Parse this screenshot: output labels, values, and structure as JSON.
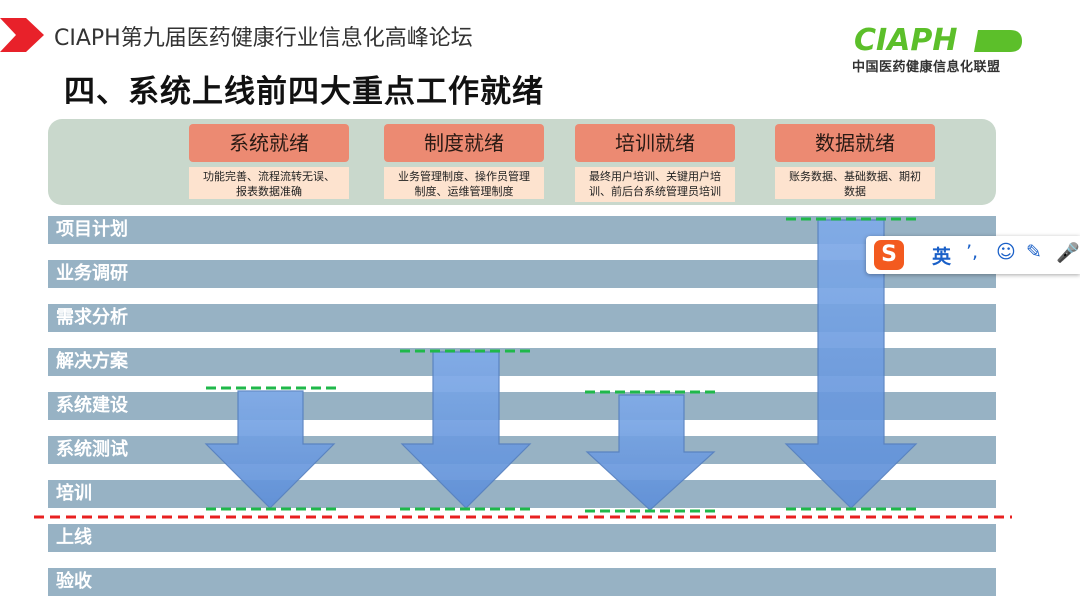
{
  "header": {
    "title": "CIAPH第九届医药健康行业信息化高峰论坛",
    "logo_text": "CIAPH",
    "logo_subtitle": "中国医药健康信息化联盟"
  },
  "page_title": "四、系统上线前四大重点工作就绪",
  "categories": [
    {
      "title": "系统就绪",
      "desc_line1": "功能完善、流程流转无误、",
      "desc_line2": "报表数据准确"
    },
    {
      "title": "制度就绪",
      "desc_line1": "业务管理制度、操作员管理",
      "desc_line2": "制度、运维管理制度"
    },
    {
      "title": "培训就绪",
      "desc_line1": "最终用户培训、关键用户培",
      "desc_line2": "训、前后台系统管理员培训"
    },
    {
      "title": "数据就绪",
      "desc_line1": "账务数据、基础数据、期初",
      "desc_line2": "数据"
    }
  ],
  "phases": [
    "项目计划",
    "业务调研",
    "需求分析",
    "解决方案",
    "系统建设",
    "系统测试",
    "培训",
    "上线",
    "验收"
  ],
  "arrows": [
    {
      "category": "系统就绪",
      "start_phase": "系统建设",
      "end_phase": "培训"
    },
    {
      "category": "制度就绪",
      "start_phase": "解决方案",
      "end_phase": "培训"
    },
    {
      "category": "培训就绪",
      "start_phase": "系统建设",
      "end_phase": "培训"
    },
    {
      "category": "数据就绪",
      "start_phase": "项目计划",
      "end_phase": "培训"
    }
  ],
  "colors": {
    "accent_red": "#e8212a",
    "category_box": "#ec8a72",
    "desc_box": "#fde3cf",
    "phase_row": "#97b2c4",
    "arrow_fill": "#6e9ee0",
    "dash_green": "#1fb84a",
    "golive_line": "#e82020",
    "logo_green": "#5cbf2a"
  },
  "ime_toolbar": {
    "logo": "S",
    "lang": "英",
    "icons": [
      "punctuation-icon",
      "emoji-icon",
      "pen-icon",
      "microphone-icon"
    ]
  }
}
